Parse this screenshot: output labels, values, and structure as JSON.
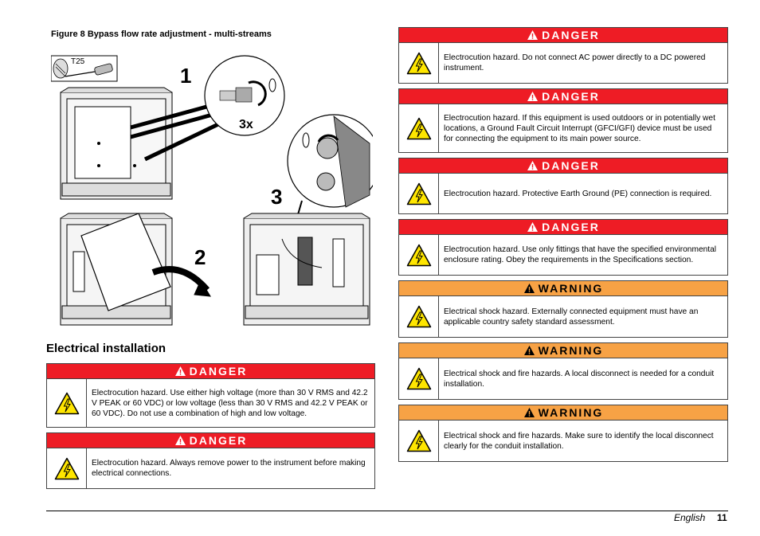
{
  "figure": {
    "caption": "Figure 8  Bypass flow rate adjustment - multi-streams",
    "tool_label": "T25",
    "step1": "1",
    "step2": "2",
    "step3": "3",
    "repeat": "3x"
  },
  "section": {
    "heading": "Electrical installation"
  },
  "left_notices": [
    {
      "level": "DANGER",
      "text": "Electrocution hazard. Use either high voltage (more than 30 V RMS and 42.2 V PEAK or 60 VDC) or low voltage (less than 30 V RMS and 42.2 V PEAK or 60 VDC). Do not use a combination of high and low voltage."
    },
    {
      "level": "DANGER",
      "text": "Electrocution hazard. Always remove power to the instrument before making electrical connections."
    }
  ],
  "right_notices": [
    {
      "level": "DANGER",
      "text": "Electrocution hazard. Do not connect AC power directly to a DC powered instrument."
    },
    {
      "level": "DANGER",
      "text": "Electrocution hazard. If this equipment is used outdoors or in potentially wet locations, a Ground Fault Circuit Interrupt (GFCI/GFI) device must be used for connecting the equipment to its main power source."
    },
    {
      "level": "DANGER",
      "text": "Electrocution hazard. Protective Earth Ground (PE) connection is required."
    },
    {
      "level": "DANGER",
      "text": "Electrocution hazard. Use only fittings that have the specified environmental enclosure rating. Obey the requirements in the Specifications section."
    },
    {
      "level": "WARNING",
      "text": "Electrical shock hazard. Externally connected equipment must have an applicable country safety standard assessment."
    },
    {
      "level": "WARNING",
      "text": "Electrical shock and fire hazards. A local disconnect is needed for a conduit installation."
    },
    {
      "level": "WARNING",
      "text": "Electrical shock and fire hazards. Make sure to identify the local disconnect clearly for the conduit installation."
    }
  ],
  "footer": {
    "language": "English",
    "page": "11"
  },
  "colors": {
    "danger": "#ee1c25",
    "warning": "#f7a245",
    "hazard_yellow": "#ffe600"
  }
}
